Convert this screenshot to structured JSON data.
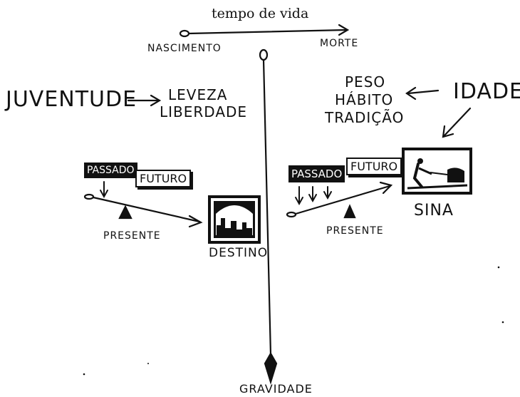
{
  "top": {
    "lifetime": "tempo de vida",
    "birth": "NASCIMENTO",
    "death": "MORTE"
  },
  "left": {
    "youth": "JUVENTUDE",
    "traits": [
      "LEVEZA",
      "LIBERDADE"
    ],
    "past": "PASSADO",
    "future": "FUTURO",
    "present": "PRESENTE",
    "destiny": "DESTINO"
  },
  "right": {
    "age": "IDADE",
    "traits": [
      "PESO",
      "HÁBITO",
      "TRADIÇÃO"
    ],
    "past": "PASSADO",
    "future": "FUTURO",
    "present": "PRESENTE",
    "fate": "SINA"
  },
  "bottom": {
    "gravity": "GRAVIDADE"
  }
}
